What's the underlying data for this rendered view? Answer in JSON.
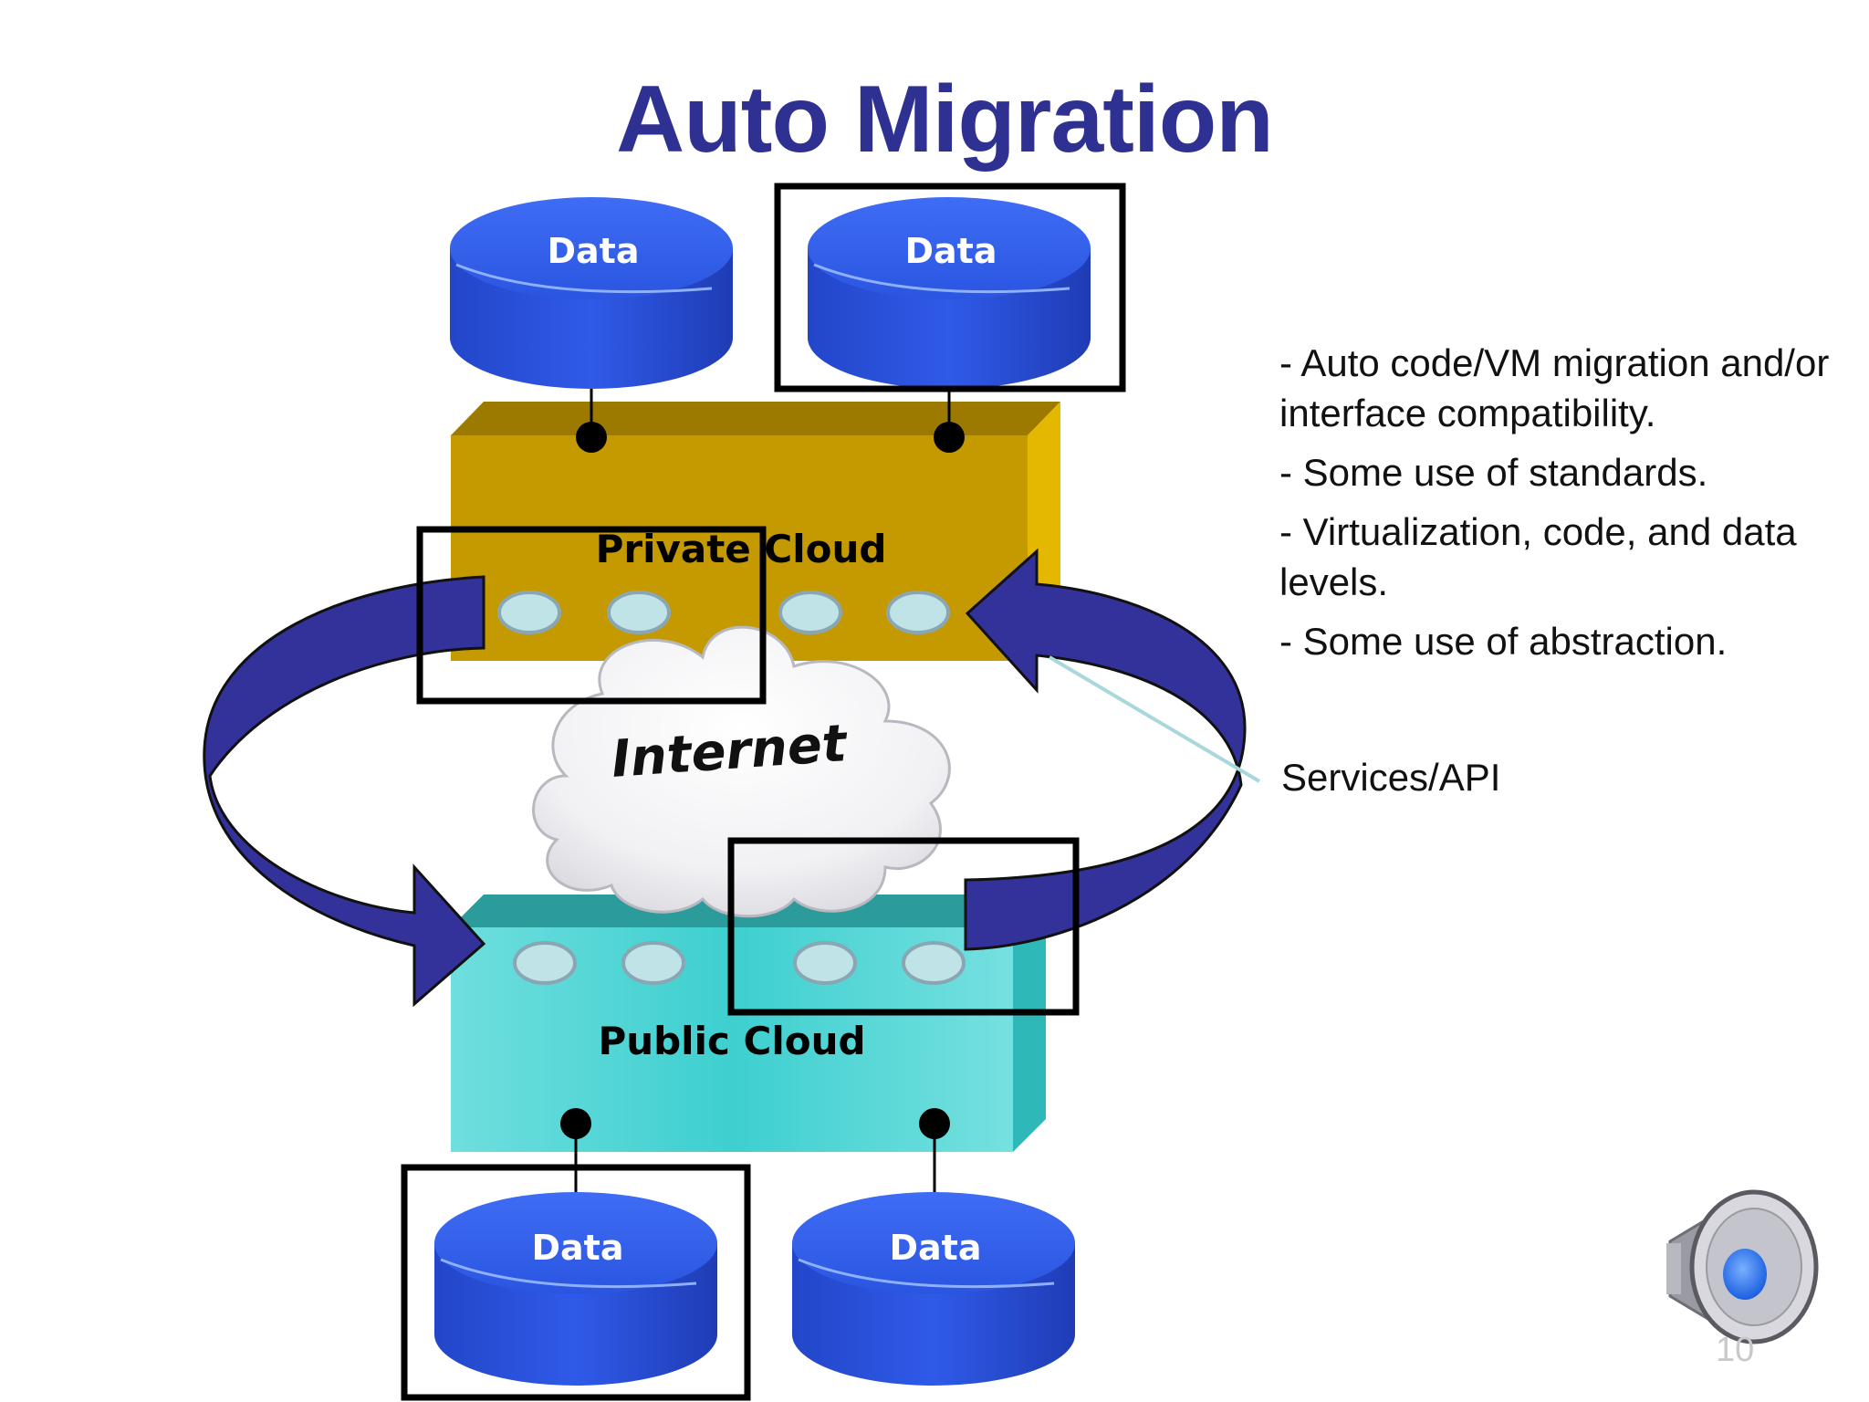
{
  "slide": {
    "title": "Auto Migration",
    "page_number": "10"
  },
  "diagram": {
    "private_cloud_label": "Private Cloud",
    "public_cloud_label": "Public Cloud",
    "internet_label": "Internet",
    "data_stores": [
      "Data",
      "Data",
      "Data",
      "Data"
    ],
    "services_label": "Services/API"
  },
  "bullets": [
    " - Auto code/VM migration and/or interface compatibility.",
    " - Some use of standards.",
    " - Virtualization, code, and data levels.",
    "-  Some use of abstraction."
  ],
  "colors": {
    "title": "#2e3192",
    "private_cloud": "#c49a00",
    "public_cloud": "#3ecfcf",
    "data_store": "#2a55e0",
    "arrow": "#33329a"
  },
  "icons": {
    "speaker": "speaker-icon"
  }
}
